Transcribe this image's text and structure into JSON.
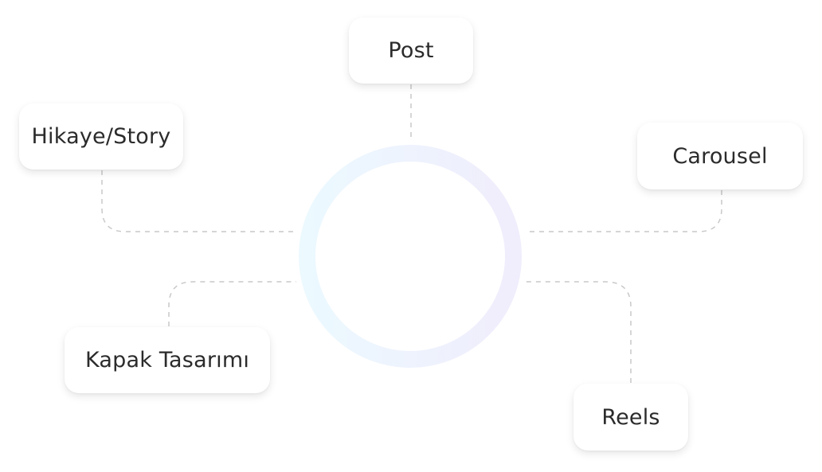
{
  "diagram": {
    "center": {
      "label": "",
      "gradient_start": "#ECF9FF",
      "gradient_end": "#F0EDFC"
    },
    "connector_color": "#C9C9C9",
    "nodes": [
      {
        "id": "post",
        "label": "Post"
      },
      {
        "id": "story",
        "label": "Hikaye/Story"
      },
      {
        "id": "carousel",
        "label": "Carousel"
      },
      {
        "id": "kapak",
        "label": "Kapak Tasarımı"
      },
      {
        "id": "reels",
        "label": "Reels"
      }
    ]
  }
}
